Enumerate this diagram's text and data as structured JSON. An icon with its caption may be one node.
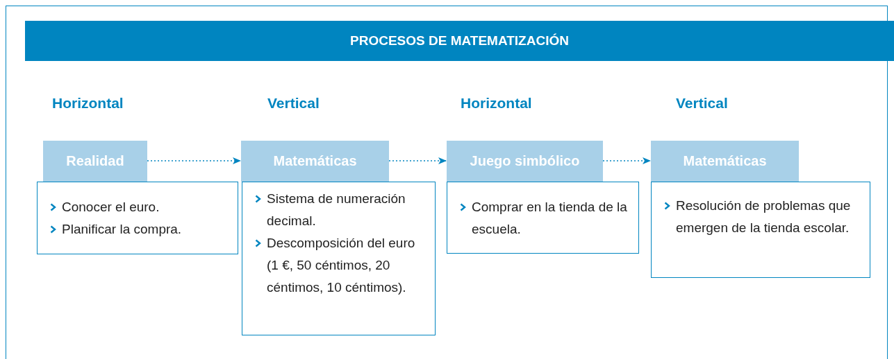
{
  "diagram": {
    "title": "PROCESOS DE MATEMATIZACIÓN",
    "nodes": [
      {
        "text": [
          "Realidad"
        ]
      },
      {
        "text": [
          "Conocer el euro.",
          "Planificar la compra."
        ]
      },
      {
        "text": [
          "Matemáticas"
        ]
      },
      {
        "text": [
          "Sistema de numeración decimal.",
          "Descomposición del euro (1 €, 50 céntimos, 20 céntimos, 10 céntimos)."
        ]
      },
      {
        "text": [
          "Juego simbólico"
        ]
      },
      {
        "text": [
          "Comprar en la tienda de la escuela."
        ]
      },
      {
        "text": [
          "Matemáticas"
        ]
      },
      {
        "text": [
          "Resolución de problemas que emergen de la tienda escolar."
        ]
      }
    ],
    "edges": [
      {
        "from": 0,
        "to": 2,
        "arrow": "to",
        "style": "dashed"
      },
      {
        "from": 2,
        "to": 4,
        "arrow": "to",
        "style": "dashed"
      },
      {
        "from": 4,
        "to": 6,
        "arrow": "to",
        "style": "dashed"
      }
    ],
    "labels": [
      "Horizontal",
      "Vertical",
      "Horizontal",
      "Vertical"
    ]
  }
}
